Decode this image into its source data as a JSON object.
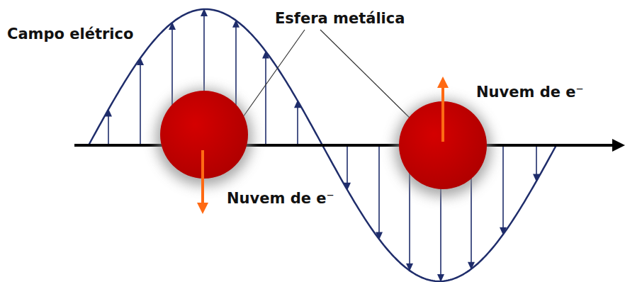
{
  "diagram": {
    "labels": [
      "Campo elétrico",
      "Esfera metálica",
      "Nuvem de e⁻",
      "Nuvem de e⁻"
    ]
  }
}
